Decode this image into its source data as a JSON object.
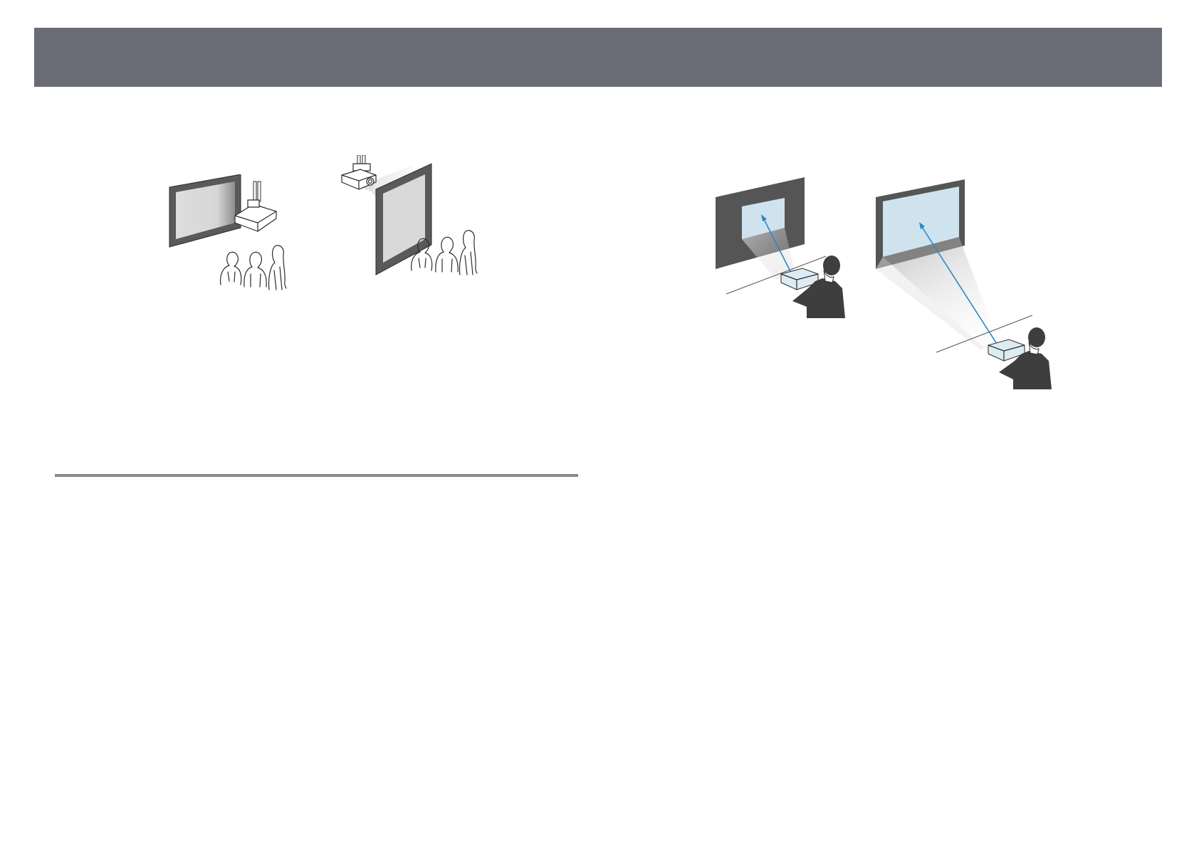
{
  "colors": {
    "header_bar": "#696c75",
    "section_rule": "#8a8a8a",
    "screen_frame": "#5a5a5a",
    "screen_frame_right": "#555555",
    "screen_image_gray": "#dcdcdc",
    "screen_image_blue": "#cfe3ef",
    "arrow_blue": "#2a88c8",
    "person_jacket": "#3e3e3e",
    "projector_light": "#dcebf4"
  },
  "figures": [
    {
      "name": "front-projection-ceiling-mount",
      "icon": "projector-ceiling-front-icon"
    },
    {
      "name": "rear-projection-ceiling-mount",
      "icon": "projector-ceiling-rear-icon"
    },
    {
      "name": "projection-distance-comparison",
      "icon": "projector-distance-icon"
    }
  ]
}
